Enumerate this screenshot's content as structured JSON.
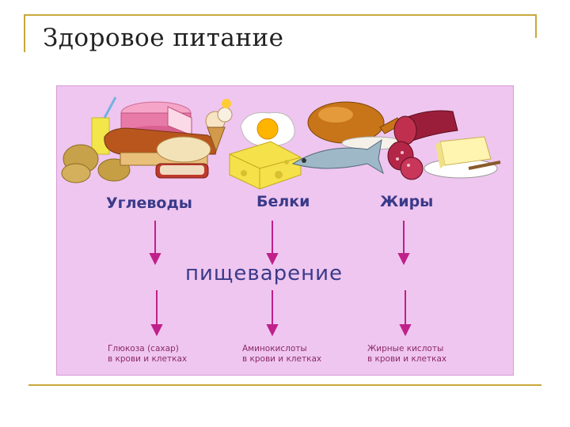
{
  "slide": {
    "title": "Здоровое питание"
  },
  "diagram": {
    "headings": {
      "carbs": "Углеводы",
      "proteins": "Белки",
      "fats": "Жиры"
    },
    "process": "пищеварение",
    "results": {
      "carbs_line1": "Глюкоза (сахар)",
      "carbs_line2": "в крови и клетках",
      "proteins_line1": "Аминокислоты",
      "proteins_line2": "в крови и клетках",
      "fats_line1": "Жирные кислоты",
      "fats_line2": "в крови и клетках"
    },
    "colors": {
      "background": "#efc6ef",
      "arrow": "#c0208a",
      "heading_text": "#3a3a8a",
      "frame": "#c8a83c"
    },
    "food_icons": [
      "juice-glass-icon",
      "cake-icon",
      "bread-loaf-icon",
      "potato-icon",
      "ice-cream-icon",
      "fried-egg-icon",
      "cheese-icon",
      "roast-chicken-icon",
      "fish-icon",
      "sausage-icon",
      "butter-icon"
    ]
  }
}
